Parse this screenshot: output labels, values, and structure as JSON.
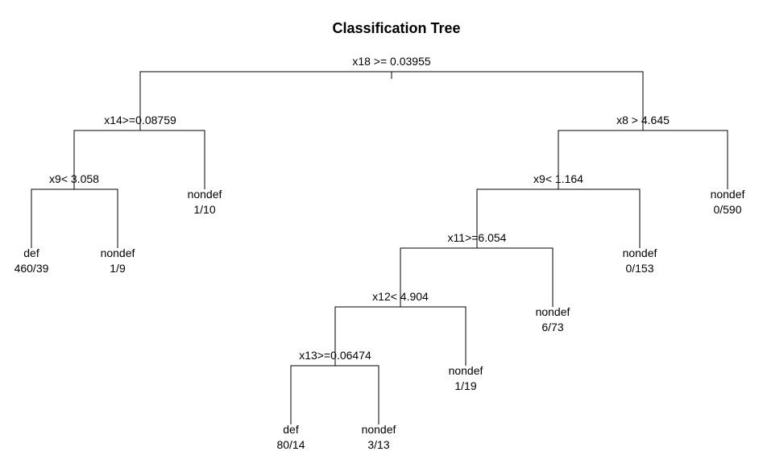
{
  "title": "Classification Tree",
  "splits": [
    {
      "id": "n1",
      "label": "x18 >= 0.03955"
    },
    {
      "id": "n2",
      "label": "x14>=0.08759"
    },
    {
      "id": "n3",
      "label": "x8 > 4.645"
    },
    {
      "id": "n4",
      "label": "x9< 3.058"
    },
    {
      "id": "n5",
      "label": "x9< 1.164"
    },
    {
      "id": "n6",
      "label": "x11>=6.054"
    },
    {
      "id": "n7",
      "label": "x12< 4.904"
    },
    {
      "id": "n8",
      "label": "x13>=0.06474"
    }
  ],
  "leaves": [
    {
      "id": "l1",
      "class": "def",
      "counts": "460/39"
    },
    {
      "id": "l2",
      "class": "nondef",
      "counts": "1/9"
    },
    {
      "id": "l3",
      "class": "nondef",
      "counts": "1/10"
    },
    {
      "id": "l4",
      "class": "def",
      "counts": "80/14"
    },
    {
      "id": "l5",
      "class": "nondef",
      "counts": "3/13"
    },
    {
      "id": "l6",
      "class": "nondef",
      "counts": "1/19"
    },
    {
      "id": "l7",
      "class": "nondef",
      "counts": "6/73"
    },
    {
      "id": "l8",
      "class": "nondef",
      "counts": "0/153"
    },
    {
      "id": "l9",
      "class": "nondef",
      "counts": "0/590"
    }
  ],
  "edges": [
    {
      "parent": "n1",
      "left": "n2",
      "right": "n3"
    },
    {
      "parent": "n2",
      "left": "n4",
      "right": "l3"
    },
    {
      "parent": "n4",
      "left": "l1",
      "right": "l2"
    },
    {
      "parent": "n3",
      "left": "n5",
      "right": "l9"
    },
    {
      "parent": "n5",
      "left": "n6",
      "right": "l8"
    },
    {
      "parent": "n6",
      "left": "n7",
      "right": "l7"
    },
    {
      "parent": "n7",
      "left": "n8",
      "right": "l6"
    },
    {
      "parent": "n8",
      "left": "l4",
      "right": "l5"
    }
  ]
}
